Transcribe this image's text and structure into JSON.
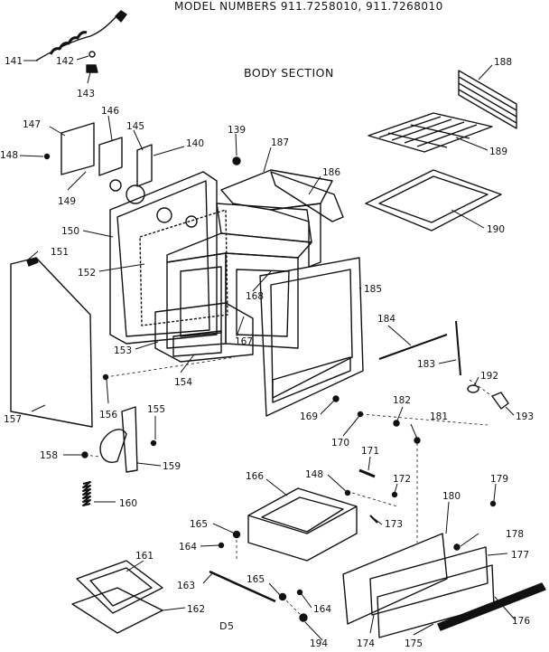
{
  "header": {
    "model_numbers": "MODEL  NUMBERS    911.7258010,  911.7268010",
    "section_title": "BODY  SECTION",
    "page_code": "D5"
  },
  "part_labels": [
    "141",
    "142",
    "143",
    "146",
    "147",
    "145",
    "148",
    "139",
    "140",
    "187",
    "186",
    "188",
    "189",
    "149",
    "150",
    "151",
    "152",
    "168",
    "185",
    "190",
    "153",
    "167",
    "154",
    "184",
    "183",
    "192",
    "193",
    "157",
    "156",
    "155",
    "169",
    "182",
    "181",
    "170",
    "158",
    "159",
    "171",
    "148",
    "172",
    "179",
    "166",
    "173",
    "180",
    "160",
    "165",
    "164",
    "178",
    "177",
    "161",
    "163",
    "165",
    "162",
    "164",
    "176",
    "194",
    "174",
    "175"
  ]
}
